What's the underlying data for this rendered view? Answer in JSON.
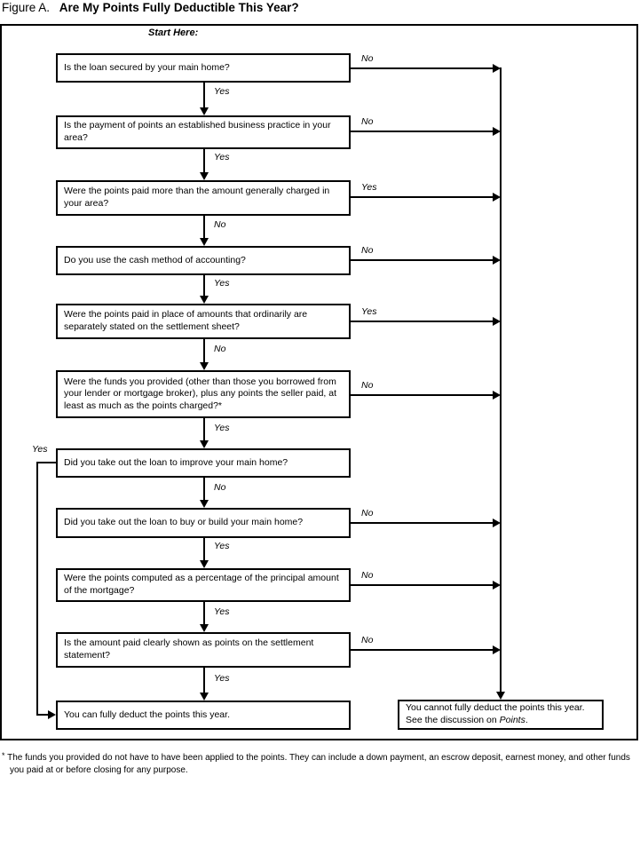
{
  "colors": {
    "ink": "#000000",
    "background": "#ffffff"
  },
  "title": {
    "figure_label": "Figure A.",
    "text": "Are My Points Fully Deductible This Year?"
  },
  "start_here": "Start Here:",
  "flow": {
    "questions": [
      {
        "text": "Is the loan secured by your main home?",
        "down_label": "Yes",
        "right_label": "No"
      },
      {
        "text": "Is the payment of points an established business practice in your area?",
        "down_label": "Yes",
        "right_label": "No"
      },
      {
        "text": "Were the points paid more than the amount generally charged in your area?",
        "down_label": "No",
        "right_label": "Yes"
      },
      {
        "text": "Do you use the cash method of accounting?",
        "down_label": "Yes",
        "right_label": "No"
      },
      {
        "text": "Were the points paid in place of amounts that ordinarily are separately stated on the settlement sheet?",
        "down_label": "No",
        "right_label": "Yes"
      },
      {
        "text": "Were the funds you provided (other than those you borrowed from your lender or mortgage broker), plus any points the seller paid, at least as much as the points charged?*",
        "down_label": "Yes",
        "right_label": "No"
      },
      {
        "text": "Did you take out the loan to improve your main home?",
        "down_label": "No",
        "left_label": "Yes"
      },
      {
        "text": "Did you take out the loan to buy or build your main home?",
        "down_label": "Yes",
        "right_label": "No"
      },
      {
        "text": "Were the points computed as a percentage of the principal amount of the mortgage?",
        "down_label": "Yes",
        "right_label": "No"
      },
      {
        "text": "Is the amount paid clearly shown as points on the settlement statement?",
        "down_label": "Yes",
        "right_label": "No"
      }
    ],
    "results": {
      "deduct": "You can fully deduct the points this year.",
      "not_deduct_prefix": "You cannot fully deduct the points this year. See the discussion on ",
      "not_deduct_term": "Points",
      "not_deduct_suffix": "."
    }
  },
  "footnote": {
    "marker": "*",
    "text": "The funds you provided do not have to have been applied to the points. They can include a down payment, an escrow deposit, earnest money, and other funds you paid at or before closing for any purpose."
  }
}
